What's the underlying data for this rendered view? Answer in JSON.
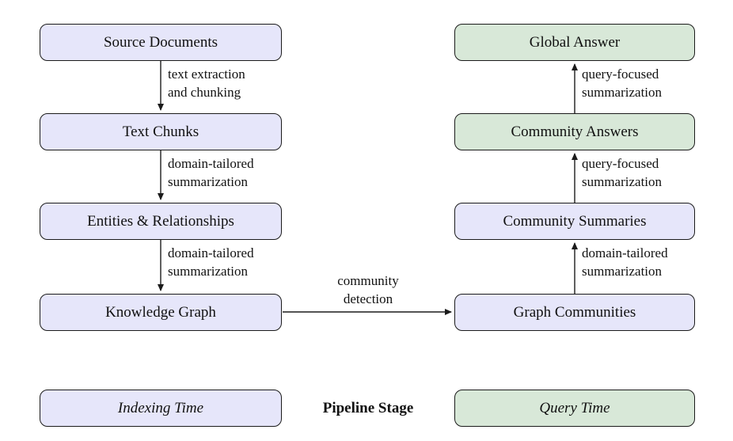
{
  "colors": {
    "background": "#ffffff",
    "lavender-fill": "#e6e6fa",
    "green-fill": "#d8e8d8",
    "line": "#1b1b1b"
  },
  "nodes": {
    "source_documents": "Source Documents",
    "text_chunks": "Text Chunks",
    "entities_relationships": "Entities & Relationships",
    "knowledge_graph": "Knowledge Graph",
    "global_answer": "Global Answer",
    "community_answers": "Community Answers",
    "community_summaries": "Community Summaries",
    "graph_communities": "Graph Communities"
  },
  "edges": {
    "text_extraction": "text extraction\nand chunking",
    "domain_tailored_1": "domain-tailored\nsummarization",
    "domain_tailored_2": "domain-tailored\nsummarization",
    "community_detection": "community\ndetection",
    "domain_tailored_3": "domain-tailored\nsummarization",
    "query_focused_1": "query-focused\nsummarization",
    "query_focused_2": "query-focused\nsummarization"
  },
  "legend": {
    "indexing_time": "Indexing Time",
    "pipeline_stage": "Pipeline Stage",
    "query_time": "Query Time"
  }
}
